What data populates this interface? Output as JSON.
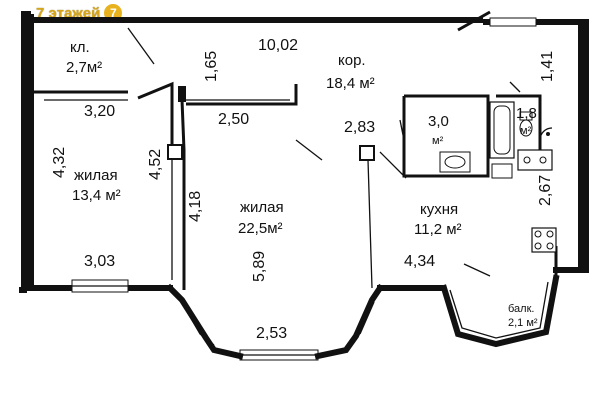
{
  "badge": {
    "floors": "7 этажей",
    "number": "7",
    "color": "#e8b21e"
  },
  "rooms": {
    "kl": {
      "name": "кл.",
      "area": "2,7м²"
    },
    "kor": {
      "name": "кор.",
      "area": "18,4 м²"
    },
    "bath": {
      "area": "3,0",
      "unit": "м²"
    },
    "wc": {
      "area": "1,8",
      "unit": "м²"
    },
    "living1": {
      "name": "жилая",
      "area": "13,4 м²"
    },
    "living2": {
      "name": "жилая",
      "area": "22,5м²"
    },
    "kitchen": {
      "name": "кухня",
      "area": "11,2 м²"
    },
    "balcony": {
      "name": "балк.",
      "area": "2,1 м²"
    }
  },
  "dimensions": {
    "d1002": "10,02",
    "d165": "1,65",
    "d141": "1,41",
    "d320": "3,20",
    "d250": "2,50",
    "d283": "2,83",
    "d432": "4,32",
    "d452": "4,52",
    "d418": "4,18",
    "d589": "5,89",
    "d267": "2,67",
    "d303": "3,03",
    "d434": "4,34",
    "d253": "2,53"
  }
}
